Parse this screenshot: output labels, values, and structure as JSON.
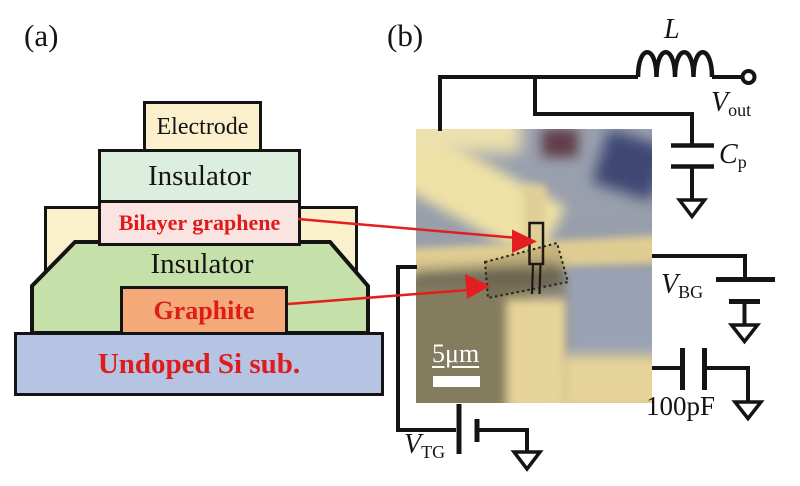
{
  "figure": {
    "panel_a_label": "(a)",
    "panel_b_label": "(b)"
  },
  "device_stack": {
    "electrode": "Electrode",
    "insulator_top": "Insulator",
    "bilayer_graphene": "Bilayer graphene",
    "insulator_bottom": "Insulator",
    "graphite": "Graphite",
    "substrate": "Undoped Si sub."
  },
  "micrograph": {
    "scale_bar_label": "5μm"
  },
  "circuit": {
    "inductor_label": "L",
    "vout_base": "V",
    "vout_sub": "out",
    "cp_base": "C",
    "cp_sub": "p",
    "vbg_base": "V",
    "vbg_sub": "BG",
    "vtg_base": "V",
    "vtg_sub": "TG",
    "capacitor_label": "100pF"
  },
  "colors": {
    "electrode_fill": "#faf0cb",
    "insulator_top_fill": "#dceede",
    "bilayer_fill": "#f9e4e2",
    "insulator_bottom_fill": "#c6e0aa",
    "graphite_fill": "#f3a978",
    "substrate_fill": "#b6c4e3",
    "label_red": "#df1b1b",
    "arrow_red": "#e31e1e",
    "wire_black": "#141414"
  }
}
